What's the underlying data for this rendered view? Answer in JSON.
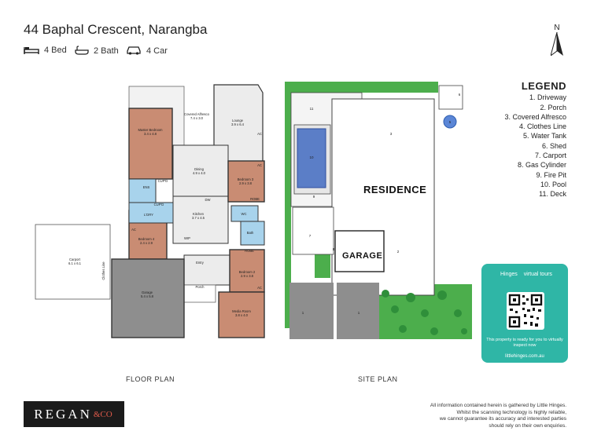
{
  "header": {
    "address": "44 Baphal Crescent, Narangba",
    "beds": "4 Bed",
    "baths": "2 Bath",
    "cars": "4 Car",
    "north": "N"
  },
  "floor_plan": {
    "label": "FLOOR PLAN",
    "rooms": [
      {
        "name": "Covered Alfresco",
        "dims": "7.4 x 3.0"
      },
      {
        "name": "Lounge",
        "dims": "3.9 x 6.4"
      },
      {
        "name": "Master Bedroom",
        "dims": "3.4 x 4.8"
      },
      {
        "name": "Dining",
        "dims": "4.9 x 4.0"
      },
      {
        "name": "Bedroom 3",
        "dims": "2.9 x 3.8"
      },
      {
        "name": "Kitchen",
        "dims": "3.7 x 4.5"
      },
      {
        "name": "Bedroom 4",
        "dims": "2.4 x 2.9"
      },
      {
        "name": "Carport",
        "dims": "6.1 x 6.1"
      },
      {
        "name": "Garage",
        "dims": "5.4 x 5.8"
      },
      {
        "name": "Bedroom 2",
        "dims": "2.9 x 3.8"
      },
      {
        "name": "Media Room",
        "dims": "3.8 x 4.0"
      }
    ],
    "small_labels": [
      "ENS",
      "CUP'D",
      "L'DRY",
      "CUP'D",
      "ROBE",
      "ROBE",
      "WC",
      "Bath",
      "Entry",
      "Porch",
      "Clothes Line",
      "AC",
      "AC",
      "AC",
      "AC",
      "DW",
      "WIP"
    ]
  },
  "site_plan": {
    "label": "SITE PLAN",
    "residence": "RESIDENCE",
    "garage": "GARAGE"
  },
  "legend": {
    "title": "LEGEND",
    "items": [
      "1. Driveway",
      "2. Porch",
      "3. Covered Alfresco",
      "4. Clothes Line",
      "5. Water Tank",
      "6. Shed",
      "7. Carport",
      "8. Gas Cylinder",
      "9. Fire Pit",
      "10. Pool",
      "11. Deck"
    ]
  },
  "virtual_tours": {
    "brand_hinges": "Hinges",
    "brand_vt": "virtual tours",
    "text": "This property is ready for you to virtually inspect now",
    "url": "littlehinges.com.au"
  },
  "footer": {
    "logo_left": "REGAN",
    "logo_amp": "&CO",
    "disclaimer": [
      "All information contained herein is gathered by Little Hinges.",
      "Whilst the scanning technology is highly reliable,",
      "we cannot guarantee its accuracy and interested parties",
      "should rely on their own enquiries."
    ]
  },
  "colors": {
    "room_fill": "#c98c73",
    "wet_fill": "#a8d3ec",
    "garage_fill": "#8e8e8e",
    "tile": "#e6e6e6",
    "grass": "#4cae4c",
    "pool": "#5b7ec7",
    "accent": "#2fb6a6"
  }
}
